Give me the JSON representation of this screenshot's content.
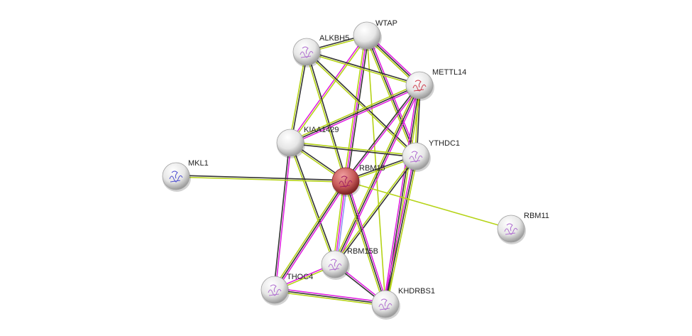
{
  "network": {
    "colors": {
      "k": "#333333",
      "y": "#b5d316",
      "m": "#e020e0",
      "b": "#8d96f2",
      "node": "#e8e8e8",
      "query": "#c34a4a"
    },
    "nodes": [
      {
        "id": "WTAP",
        "label": "WTAP",
        "query": false,
        "structure": false
      },
      {
        "id": "ALKBH5",
        "label": "ALKBH5",
        "query": false,
        "structure": true
      },
      {
        "id": "METTL14",
        "label": "METTL14",
        "query": false,
        "structure": true,
        "structure_color": "#d04050"
      },
      {
        "id": "KIAA1429",
        "label": "KIAA1429",
        "query": false,
        "structure": false
      },
      {
        "id": "YTHDC1",
        "label": "YTHDC1",
        "query": false,
        "structure": true
      },
      {
        "id": "MKL1",
        "label": "MKL1",
        "query": false,
        "structure": true,
        "structure_color": "#5050d0"
      },
      {
        "id": "RBM15",
        "label": "RBM15",
        "query": true,
        "structure": true
      },
      {
        "id": "RBM11",
        "label": "RBM11",
        "query": false,
        "structure": true
      },
      {
        "id": "RBM15B",
        "label": "RBM15B",
        "query": false,
        "structure": true
      },
      {
        "id": "THOC4",
        "label": "THOC4",
        "query": false,
        "structure": true
      },
      {
        "id": "KHDRBS1",
        "label": "KHDRBS1",
        "query": false,
        "structure": true
      }
    ],
    "edges": [
      [
        "WTAP",
        "ALKBH5",
        "yk"
      ],
      [
        "WTAP",
        "METTL14",
        "mky"
      ],
      [
        "WTAP",
        "KIAA1429",
        "ym"
      ],
      [
        "WTAP",
        "RBM15",
        "kmy"
      ],
      [
        "WTAP",
        "YTHDC1",
        "mky"
      ],
      [
        "WTAP",
        "KHDRBS1",
        "y"
      ],
      [
        "ALKBH5",
        "METTL14",
        "ky"
      ],
      [
        "ALKBH5",
        "KIAA1429",
        "ky"
      ],
      [
        "ALKBH5",
        "RBM15",
        "ky"
      ],
      [
        "ALKBH5",
        "YTHDC1",
        "ky"
      ],
      [
        "METTL14",
        "KIAA1429",
        "mky"
      ],
      [
        "METTL14",
        "YTHDC1",
        "ky"
      ],
      [
        "METTL14",
        "RBM15",
        "mk"
      ],
      [
        "METTL14",
        "RBM15B",
        "mky"
      ],
      [
        "METTL14",
        "KHDRBS1",
        "ykm"
      ],
      [
        "KIAA1429",
        "YTHDC1",
        "yk"
      ],
      [
        "KIAA1429",
        "RBM15",
        "ky"
      ],
      [
        "KIAA1429",
        "THOC4",
        "mk"
      ],
      [
        "KIAA1429",
        "RBM15B",
        "ky"
      ],
      [
        "YTHDC1",
        "RBM15",
        "yk"
      ],
      [
        "YTHDC1",
        "RBM15B",
        "ky"
      ],
      [
        "YTHDC1",
        "KHDRBS1",
        "ykm"
      ],
      [
        "MKL1",
        "RBM15",
        "ky"
      ],
      [
        "RBM15",
        "RBM11",
        "y"
      ],
      [
        "RBM15",
        "RBM15B",
        "bmy"
      ],
      [
        "RBM15",
        "THOC4",
        "mky"
      ],
      [
        "RBM15",
        "KHDRBS1",
        "mky"
      ],
      [
        "RBM15B",
        "THOC4",
        "ym"
      ],
      [
        "RBM15B",
        "KHDRBS1",
        "mk"
      ],
      [
        "THOC4",
        "KHDRBS1",
        "mky"
      ]
    ]
  }
}
